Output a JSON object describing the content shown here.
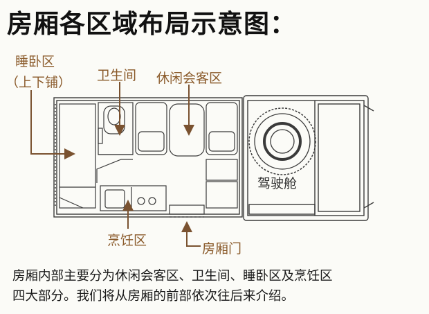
{
  "title": "房厢各区域布局示意图：",
  "labels": {
    "sleeping": "睡卧区",
    "sleeping_sub": "（上下铺）",
    "bathroom": "卫生间",
    "lounge": "休闲会客区",
    "cab": "驾驶舱",
    "kitchen": "烹饪区",
    "door": "房厢门"
  },
  "caption": {
    "line1": "房厢内部主要分为休闲会客区、卫生间、睡卧区及烹饪区",
    "line2": "四大部分。我们将从房厢的前部依次往后来介绍。"
  },
  "watermark": "—",
  "colors": {
    "line": "#3a3a3a",
    "label": "#8a5a2a",
    "arrow": "#7a5230"
  }
}
